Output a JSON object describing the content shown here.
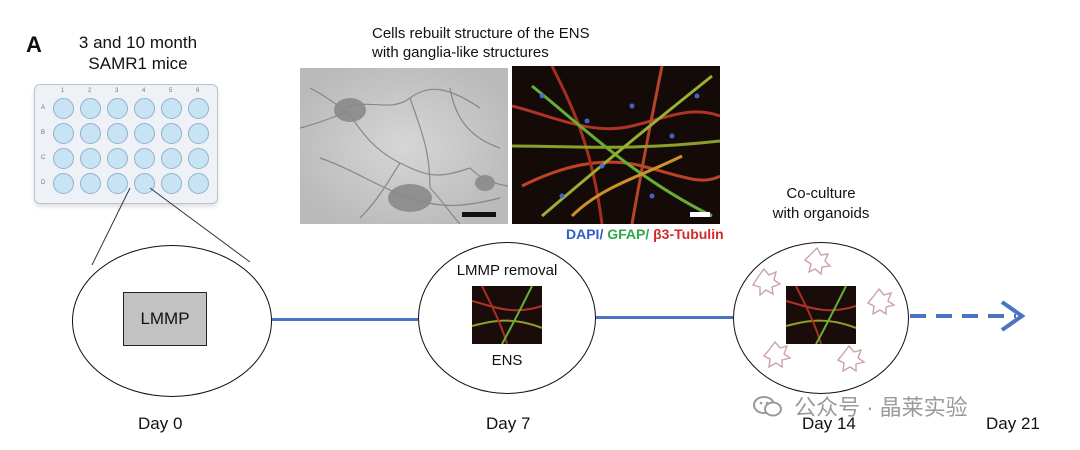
{
  "panel_label": "A",
  "mice_label_line1": "3 and 10 month",
  "mice_label_line2": "SAMR1 mice",
  "plate": {
    "columns": [
      "1",
      "2",
      "3",
      "4",
      "5",
      "6"
    ],
    "rows": [
      "A",
      "B",
      "C",
      "D"
    ]
  },
  "caption_top_line1": "Cells rebuilt structure of the ENS",
  "caption_top_line2": "with ganglia-like structures",
  "stain_legend": {
    "dapi": "DAPI/",
    "gfap": "GFAP/",
    "tubulin": "β3-Tubulin"
  },
  "stages": {
    "day0_box": "LMMP",
    "day7_top": "LMMP removal",
    "day7_bottom": "ENS",
    "day14_top_line1": "Co-culture",
    "day14_top_line2": "with organoids"
  },
  "days": [
    "Day 0",
    "Day 7",
    "Day 14",
    "Day 21"
  ],
  "watermark": "公众号 · 晶莱实验",
  "colors": {
    "timeline": "#4a73c4",
    "dapi": "#2f5fc8",
    "gfap": "#2fa84a",
    "tubulin": "#d42a2a",
    "arrow_red": "#e23a2a"
  }
}
